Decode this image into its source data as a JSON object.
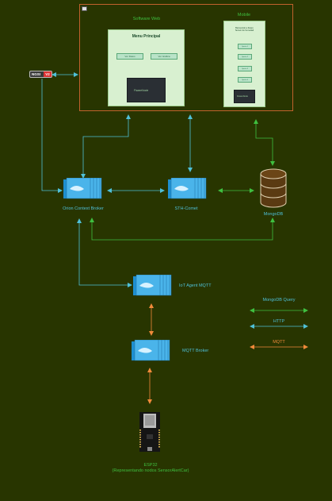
{
  "web": {
    "title": "Software Web",
    "menu_title": "Menu Principal",
    "button_left": "Ver Datos",
    "button_right": "Ver Gráfica",
    "logo_text": "FiwareNode"
  },
  "mobile": {
    "title": "Mobile",
    "header_line1": "Bienvenido a fiware",
    "header_line2": "Sensor de humedad",
    "items": [
      "Opción 1",
      "Opción 2",
      "Opción 3",
      "Opción 4"
    ],
    "logo_text": "FiwareNode"
  },
  "badge": {
    "label": "NGSI",
    "version": "V2"
  },
  "components": {
    "orion": "Orion Context Broker",
    "sth": "STH-Comet",
    "mongo": "MongoDB",
    "iot_agent": "IoT Agent MQTT",
    "mqtt_broker": "MQTT Broker",
    "esp32_line1": "ESP32",
    "esp32_line2": "(Representando nodos SensorAlertCar)"
  },
  "legend": [
    {
      "label": "MongoDB Query",
      "color": "#3fbf3f"
    },
    {
      "label": "HTTP",
      "color": "#4fc0d8"
    },
    {
      "label": "MQTT",
      "color": "#f08a3a"
    }
  ],
  "colors": {
    "background": "#283500",
    "http": "#4fc0d8",
    "mongo_query": "#3fbf3f",
    "mqtt": "#f08a3a",
    "frame": "#c0622c"
  }
}
